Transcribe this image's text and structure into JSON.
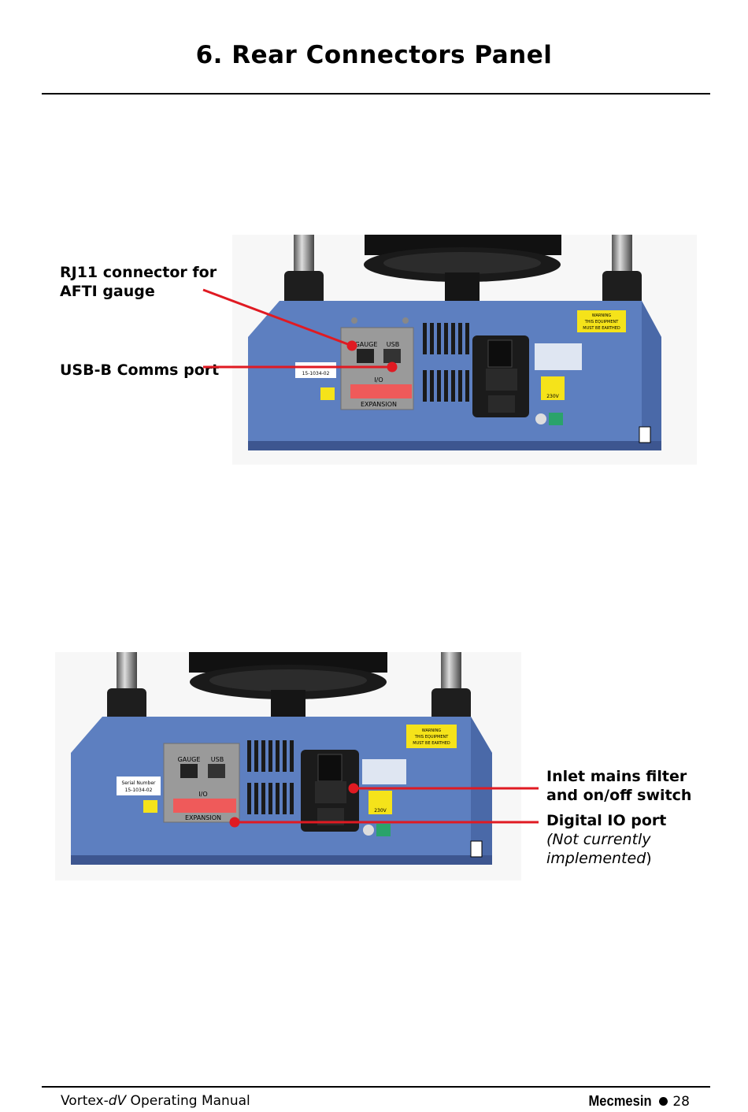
{
  "page": {
    "title": "6. Rear Connectors Panel"
  },
  "figure1": {
    "label_rj11_line1": "RJ11 connector for",
    "label_rj11_line2": "AFTI gauge",
    "label_usb": "USB-B Comms port",
    "panel": {
      "gauge": "GAUGE",
      "usb": "USB",
      "io": "I/O",
      "expansion": "EXPANSION",
      "serial_number": "15-1034-02",
      "warning_line1": "WARNING",
      "warning_line2": "THIS EQUIPMENT",
      "warning_line3": "MUST BE EARTHED",
      "voltage": "230V"
    }
  },
  "figure2": {
    "label_inlet_line1": "Inlet mains filter",
    "label_inlet_line2": "and on/off switch",
    "label_io_line1": "Digital IO port",
    "label_io_line2": "(Not currently",
    "label_io_line3": "implemented",
    "label_io_close": ")",
    "panel": {
      "gauge": "GAUGE",
      "usb": "USB",
      "io": "I/O",
      "expansion": "EXPANSION",
      "serial_heading": "Serial Number",
      "serial_number": "15-1034-02",
      "warning_line1": "WARNING",
      "warning_line2": "THIS EQUIPMENT",
      "warning_line3": "MUST BE EARTHED",
      "voltage": "230V"
    }
  },
  "footer": {
    "product_prefix": "Vortex-",
    "product_italic": "dV",
    "product_suffix": " Operating Manual",
    "brand": "Mecmesin",
    "page_number": "28"
  },
  "colors": {
    "device_blue": "#5d7fc0",
    "callout_red": "#e01a22",
    "warning_yellow": "#f5e31a",
    "expansion_red": "#ef5a5a"
  }
}
